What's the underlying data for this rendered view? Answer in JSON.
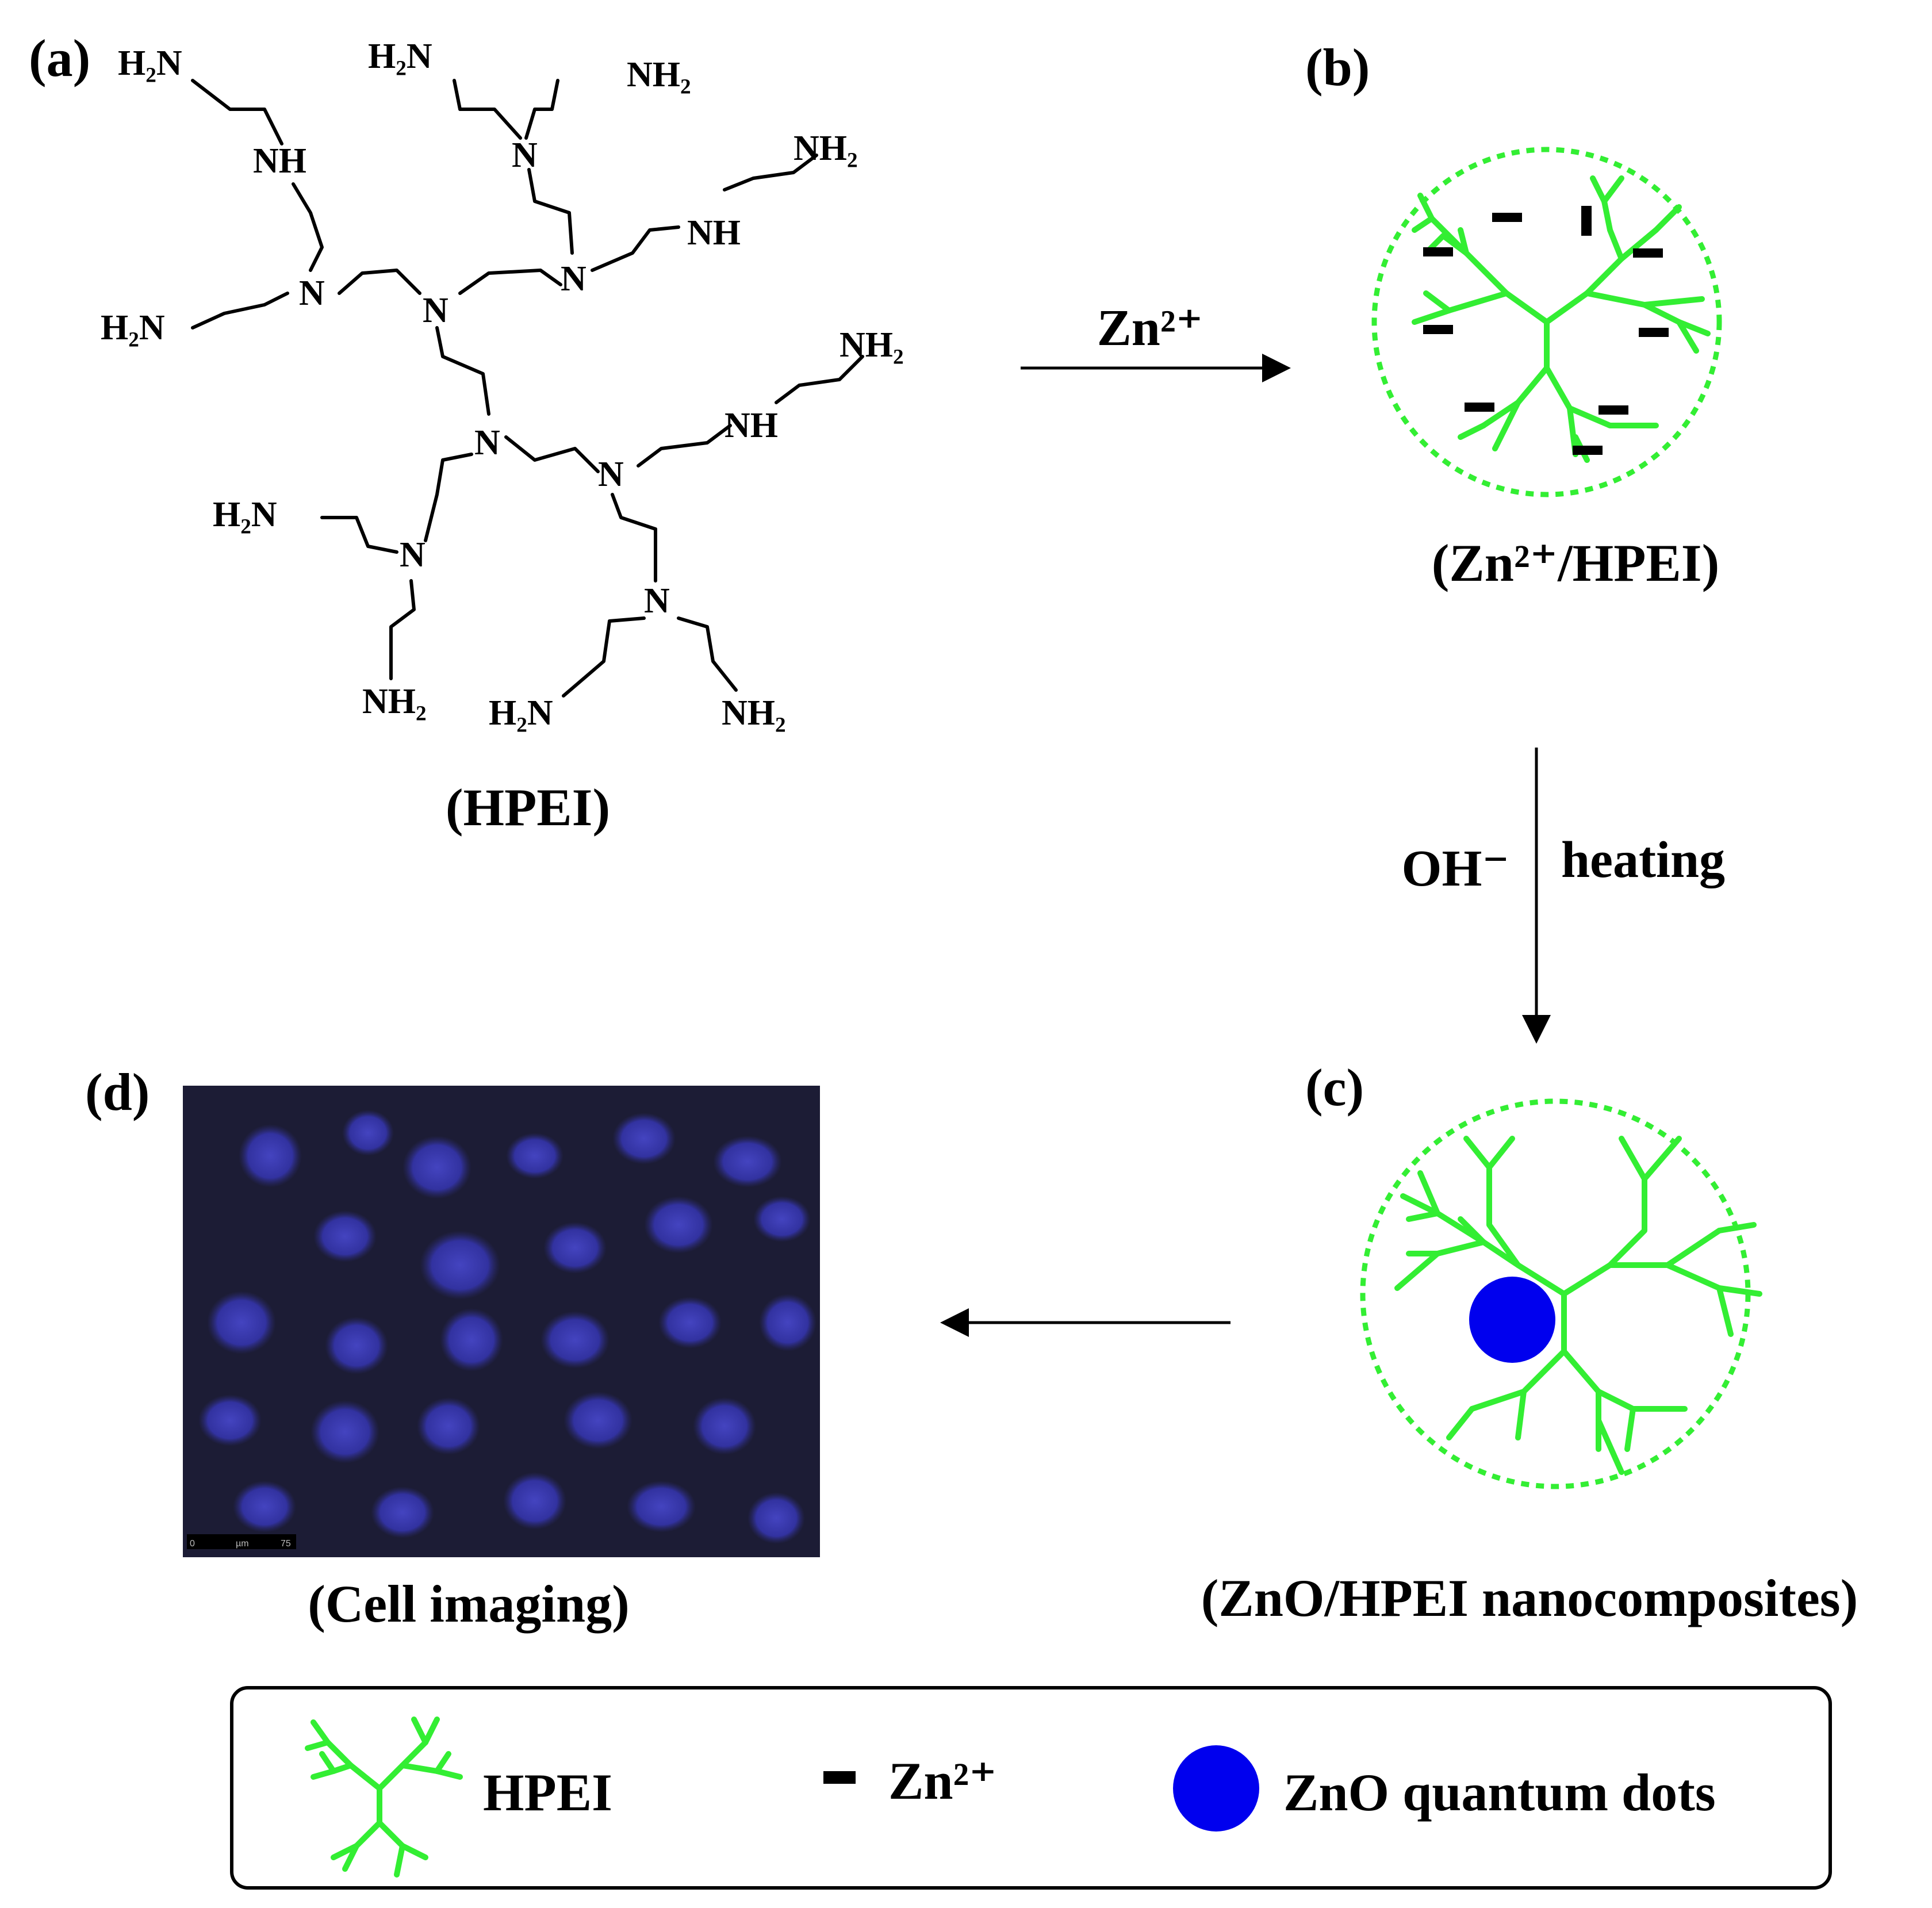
{
  "panels": {
    "a": {
      "tag": "(a)",
      "caption": "(HPEI)"
    },
    "b": {
      "tag": "(b)",
      "caption": "(Zn²⁺/HPEI)"
    },
    "c": {
      "tag": "(c)",
      "caption": "(ZnO/HPEI nanocomposites)"
    },
    "d": {
      "tag": "(d)",
      "caption": "(Cell imaging)"
    }
  },
  "structure_labels": {
    "amine_primary": "H₂N",
    "amine_primary_right": "NH₂",
    "amine_secondary": "NH",
    "tertiary_n": "N"
  },
  "arrows": {
    "a_to_b": {
      "label": "Zn²⁺"
    },
    "b_to_c": {
      "label_left": "OH⁻",
      "label_right": "heating"
    }
  },
  "micrograph": {
    "scale_bar_left": "0",
    "scale_bar_unit": "µm",
    "scale_bar_right": "75"
  },
  "legend": {
    "hpei_label": "HPEI",
    "zn_label": "Zn²⁺",
    "zno_label": "ZnO quantum dots"
  },
  "colors": {
    "dendrimer": "#33ee33",
    "zno_dot": "#0000ee",
    "micrograph_bg": "#1a1a33",
    "cell": "#3535a8"
  }
}
